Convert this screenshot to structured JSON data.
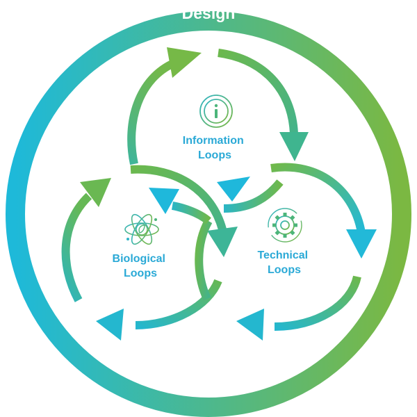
{
  "diagram": {
    "title": "Design",
    "loops": [
      {
        "id": "information",
        "line1": "Information",
        "line2": "Loops",
        "icon": "info-icon"
      },
      {
        "id": "biological",
        "line1": "Biological",
        "line2": "Loops",
        "icon": "atom-leaf-icon"
      },
      {
        "id": "technical",
        "line1": "Technical",
        "line2": "Loops",
        "icon": "gear-icon"
      }
    ]
  },
  "colors": {
    "teal": "#1eb9d9",
    "green": "#7bb842",
    "label_blue": "#2aa9d6",
    "white": "#ffffff"
  }
}
